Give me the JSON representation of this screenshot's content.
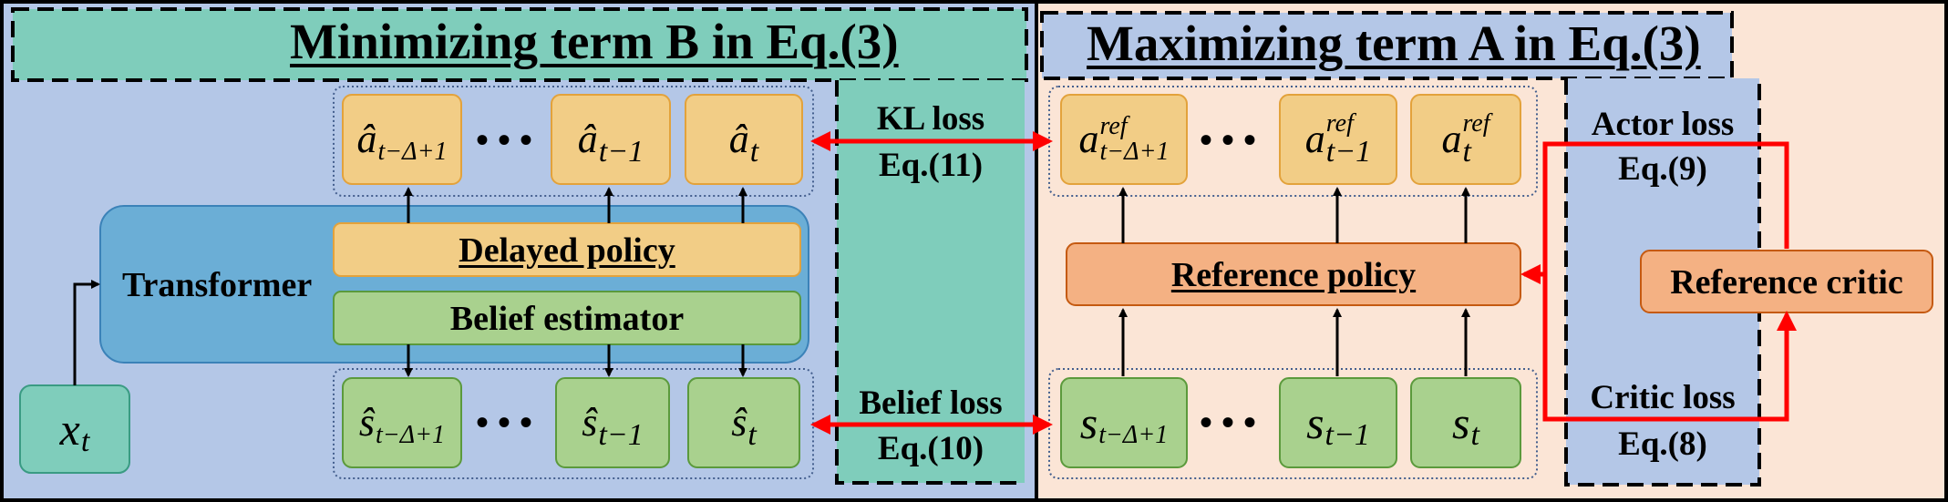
{
  "left_panel": {
    "title": "Minimizing term B in Eq.(3)",
    "bg_color": "#b4c7e7",
    "green_color": "#7fcdbb",
    "transformer": {
      "label": "Transformer",
      "delayed_policy": "Delayed policy",
      "belief_estimator": "Belief estimator"
    },
    "action_row": {
      "items": [
        "â_{t−Δ+1}",
        "â_{t−1}",
        "â_t"
      ],
      "dots": "•••"
    },
    "state_row": {
      "items": [
        "ŝ_{t−Δ+1}",
        "ŝ_{t−1}",
        "ŝ_t"
      ],
      "dots": "•••"
    },
    "input": "x_t"
  },
  "middle_labels": {
    "kl_loss": "KL loss",
    "kl_eq": "Eq.(11)",
    "belief_loss": "Belief loss",
    "belief_eq": "Eq.(10)"
  },
  "right_panel": {
    "title": "Maximizing term A in Eq.(3)",
    "bg_color": "#fbe5d6",
    "reference_policy": "Reference policy",
    "reference_critic": "Reference critic",
    "actor_loss": "Actor loss",
    "actor_eq": "Eq.(9)",
    "critic_loss": "Critic loss",
    "critic_eq": "Eq.(8)",
    "action_row": {
      "items": [
        "a^{ref}_{t−Δ+1}",
        "a^{ref}_{t−1}",
        "a^{ref}_t"
      ],
      "dots": "•••"
    },
    "state_row": {
      "items": [
        "s_{t−Δ+1}",
        "s_{t−1}",
        "s_t"
      ],
      "dots": "•••"
    }
  },
  "colors": {
    "action_box": "#f2cd86",
    "state_box": "#a9d18e",
    "transformer": "#6baed6",
    "reference_box": "#f4b183",
    "loss_arrow": "#ff0000"
  }
}
